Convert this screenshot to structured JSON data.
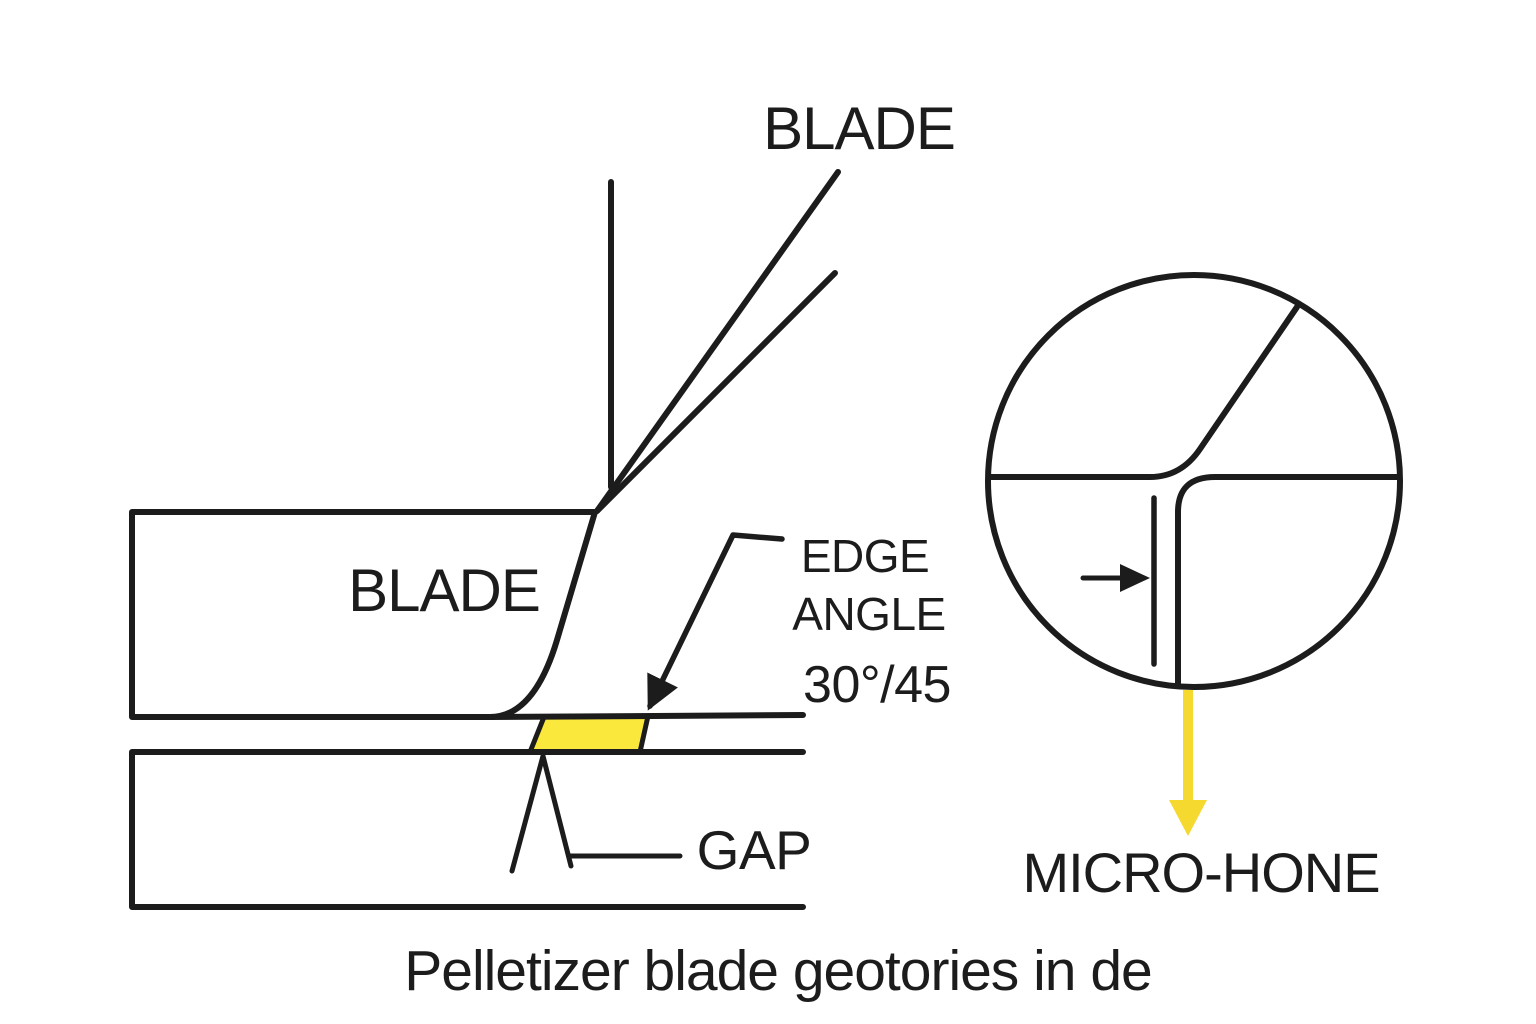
{
  "diagram": {
    "title_caption": "Pelletizer blade geotories in de",
    "labels": {
      "blade_upper": "BLADE",
      "blade_body": "BLADE",
      "edge_angle_line1": "EDGE",
      "edge_angle_line2": "ANGLE",
      "edge_angle_value": "30°/45",
      "gap": "GAP",
      "micro_hone": "MICRO-HONE"
    },
    "colors": {
      "line": "#1c1c1c",
      "edge_highlight": "#fae93c",
      "hone_arrow": "#f6d92f",
      "background": "#ffffff"
    }
  }
}
